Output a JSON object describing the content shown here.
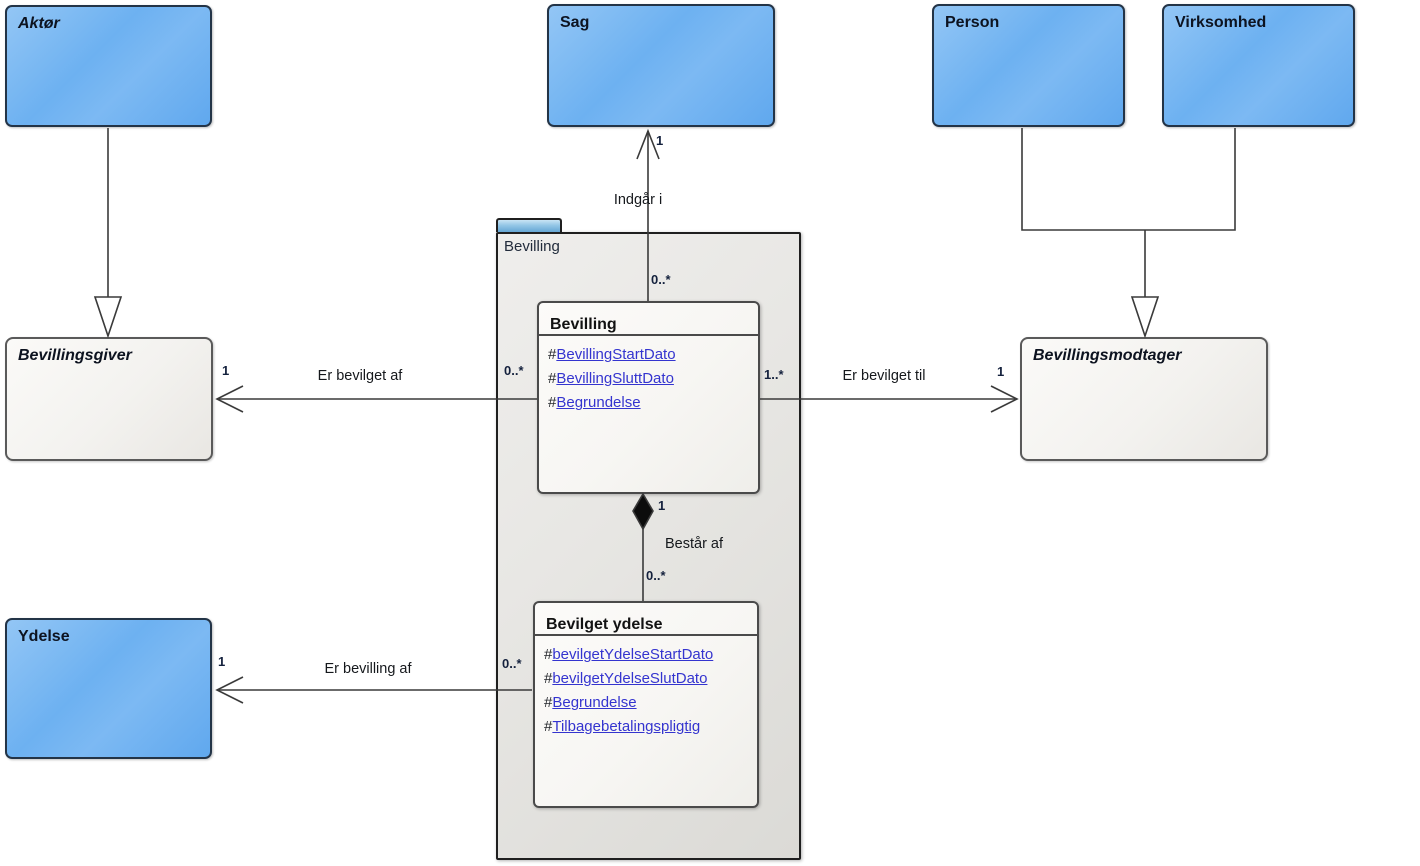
{
  "entities": {
    "aktor": {
      "label": "Aktør"
    },
    "sag": {
      "label": "Sag"
    },
    "person": {
      "label": "Person"
    },
    "virksomhed": {
      "label": "Virksomhed"
    },
    "bevillingsgiver": {
      "label": "Bevillingsgiver"
    },
    "bevillingsmodtager": {
      "label": "Bevillingsmodtager"
    },
    "ydelse": {
      "label": "Ydelse"
    }
  },
  "package": {
    "label": "Bevilling",
    "classes": [
      {
        "name": "Bevilling",
        "attributes": [
          {
            "prefix": "#",
            "name": "BevillingStartDato"
          },
          {
            "prefix": "#",
            "name": "BevillingSluttDato"
          },
          {
            "prefix": "#",
            "name": "Begrundelse"
          }
        ]
      },
      {
        "name": "Bevilget ydelse",
        "attributes": [
          {
            "prefix": "#",
            "name": "bevilgetYdelseStartDato"
          },
          {
            "prefix": "#",
            "name": "bevilgetYdelseSlutDato"
          },
          {
            "prefix": "#",
            "name": "Begrundelse"
          },
          {
            "prefix": "#",
            "name": "Tilbagebetalingspligtig"
          }
        ]
      }
    ]
  },
  "relations": {
    "indgaar_i": {
      "label": "Indgår i",
      "source_mult": "0..*",
      "target_mult": "1"
    },
    "er_bevilget_af": {
      "label": "Er bevilget af",
      "source_mult": "0..*",
      "target_mult": "1"
    },
    "er_bevilget_til": {
      "label": "Er bevilget til",
      "source_mult": "1..*",
      "target_mult": "1"
    },
    "bestaar_af": {
      "label": "Består af",
      "source_mult": "1",
      "target_mult": "0..*"
    },
    "er_bevilling_af": {
      "label": "Er bevilling af",
      "source_mult": "0..*",
      "target_mult": "1"
    }
  },
  "colors": {
    "entity_fill": "#6db1f1",
    "entity_border": "#233447",
    "abstract_fill": "#f3f2ef",
    "package_fill": "#e8e7e4",
    "package_tab": "#93c6e6",
    "class_fill": "#f7f6f3",
    "attribute_link": "#3434cf",
    "connector": "#3a3a3a"
  }
}
